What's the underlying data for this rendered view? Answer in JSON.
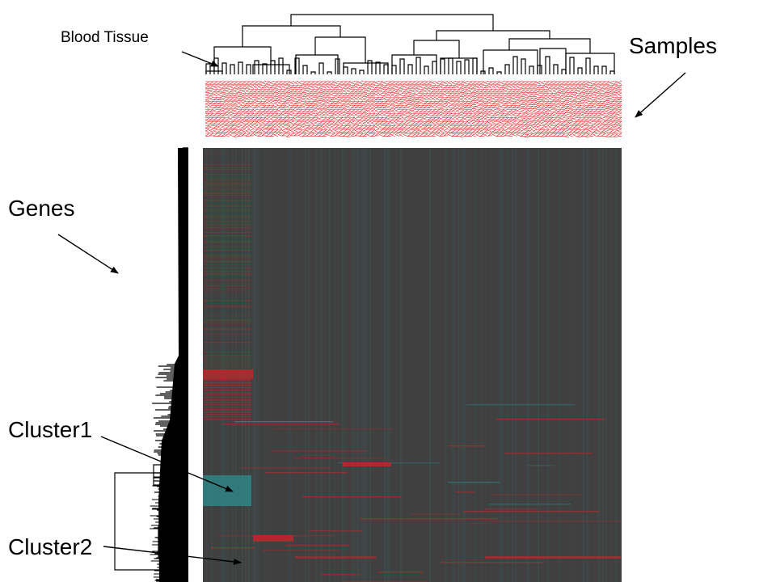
{
  "annotations": {
    "blood_tissue": "Blood Tissue",
    "samples": "Samples",
    "genes": "Genes",
    "cluster1": "Cluster1",
    "cluster2": "Cluster2"
  },
  "colors": {
    "background": "#404040",
    "high_expression": "#c0262b",
    "low_expression": "#2e8c8f",
    "sample_labels": "#e11b1b",
    "dendrogram": "#000000",
    "arrow": "#000000"
  }
}
